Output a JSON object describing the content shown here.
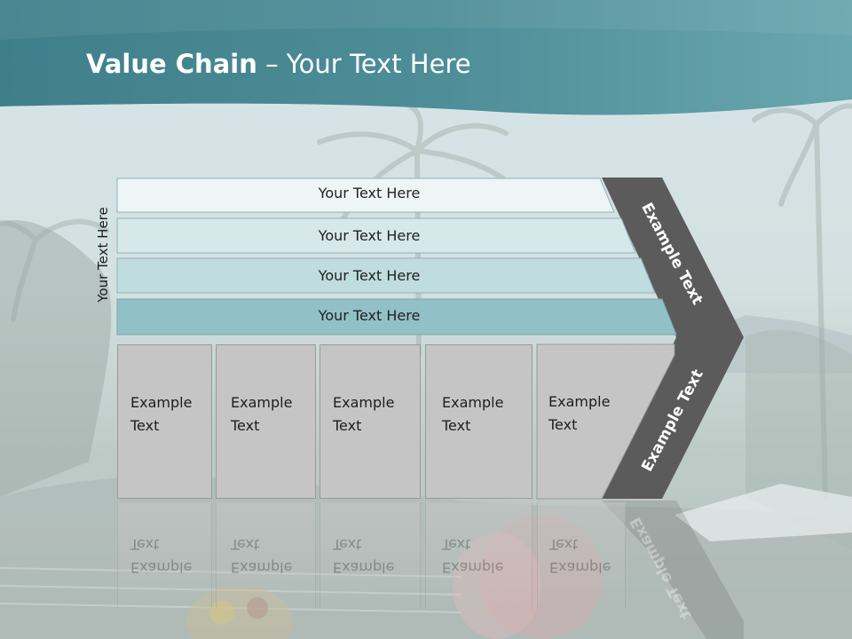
{
  "title": {
    "bold": "Value Chain",
    "rest": " – Your Text Here"
  },
  "side_label": "Your Text Here",
  "bars": [
    {
      "label": "Your Text Here"
    },
    {
      "label": "Your Text Here"
    },
    {
      "label": "Your Text Here"
    },
    {
      "label": "Your Text Here"
    }
  ],
  "boxes": [
    {
      "line1": "Example",
      "line2": "Text"
    },
    {
      "line1": "Example",
      "line2": "Text"
    },
    {
      "line1": "Example",
      "line2": "Text"
    },
    {
      "line1": "Example",
      "line2": "Text"
    },
    {
      "line1": "Example",
      "line2": "Text"
    }
  ],
  "chevron": {
    "upper": "Example Text",
    "lower": "Example Text"
  },
  "colors": {
    "header": "#4f8f99",
    "bar1": "#eef5f6",
    "bar2": "#d6e8ea",
    "bar3": "#bfdcdf",
    "bar4": "#91c1c7",
    "box": "#c5c5c5",
    "chevron": "#5b5b5b"
  }
}
